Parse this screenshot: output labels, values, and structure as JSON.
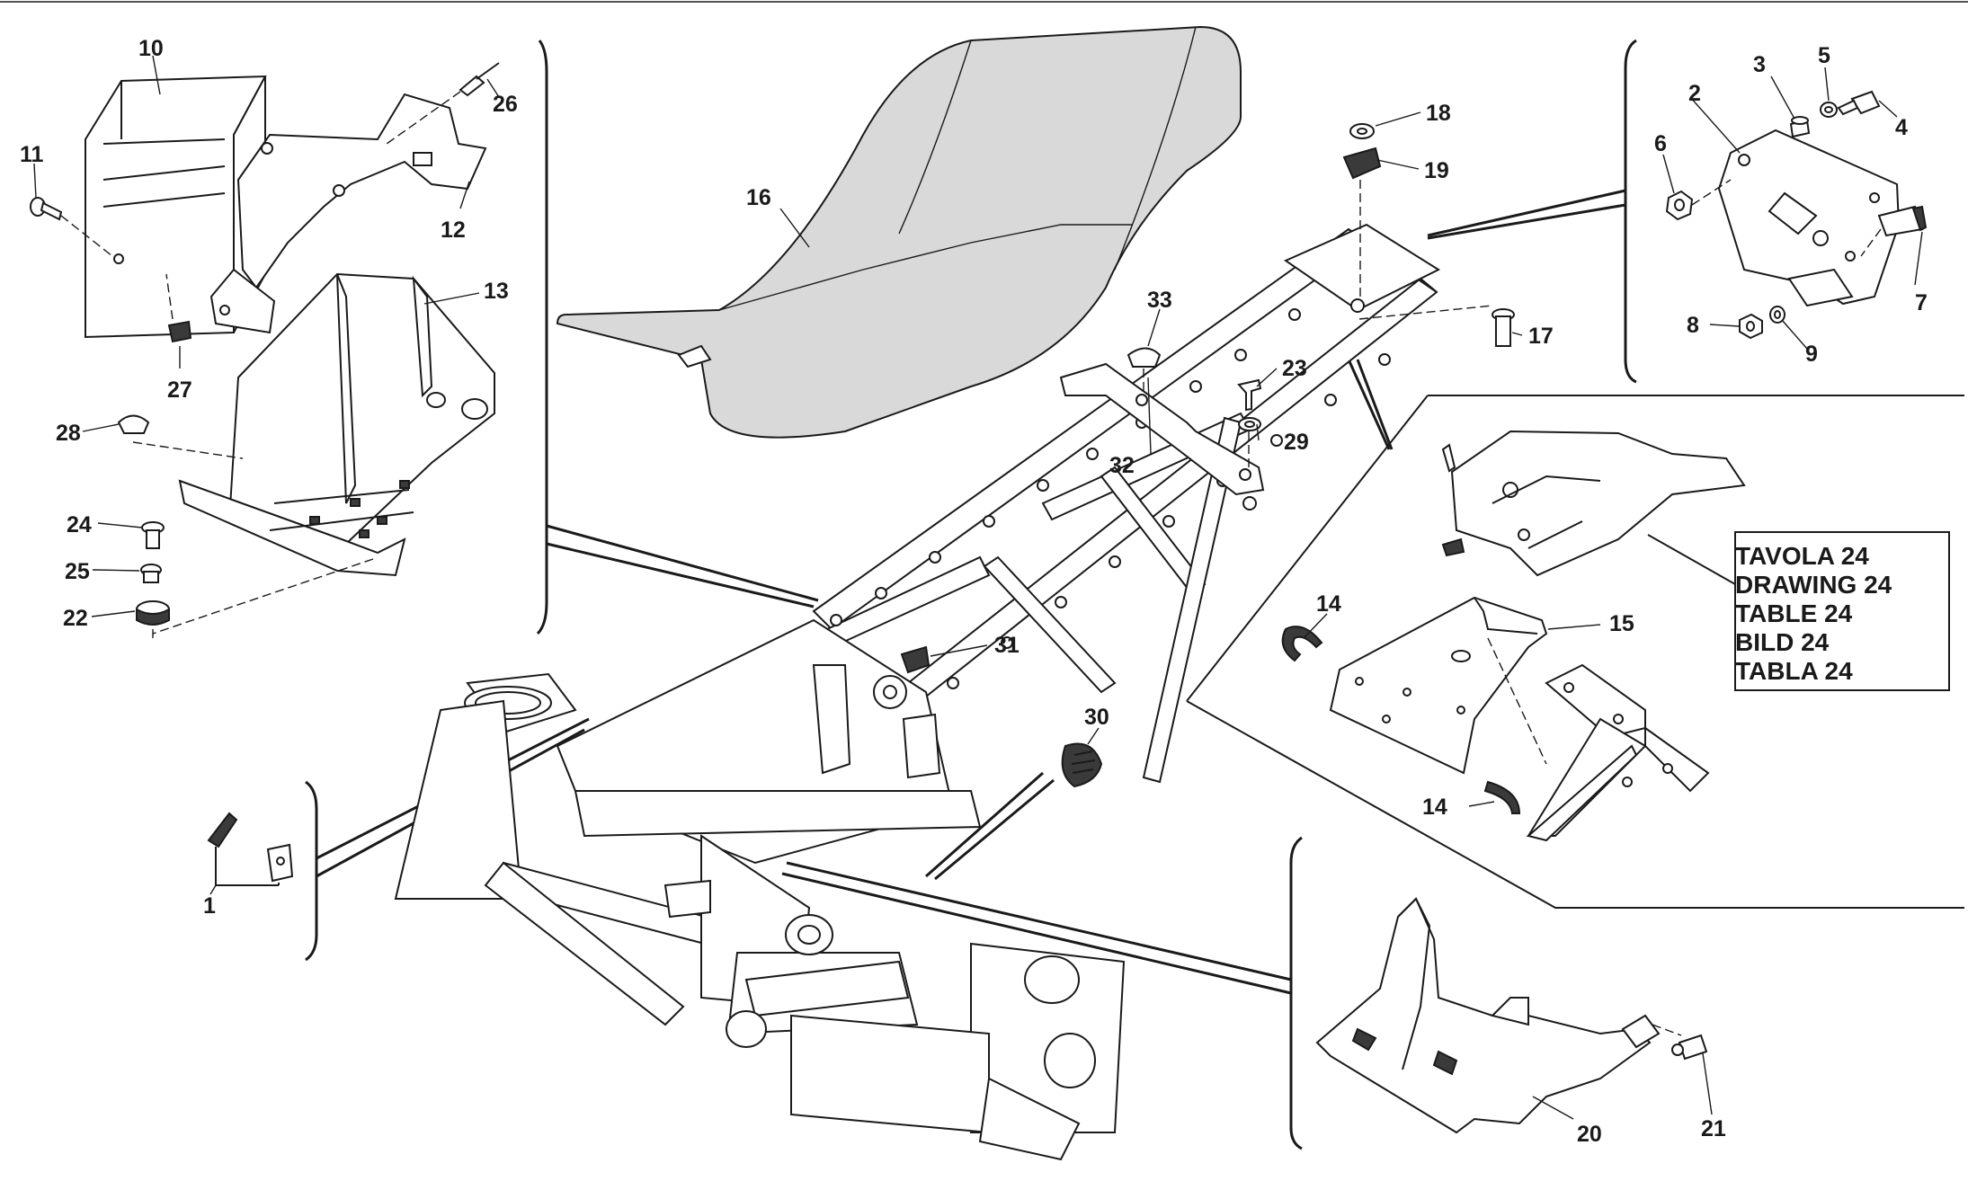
{
  "reference_box": {
    "lines": [
      "TAVOLA 24",
      "DRAWING 24",
      "TABLE 24",
      "BILD 24",
      "TABLA 24"
    ]
  },
  "callouts": {
    "c1": "1",
    "c2": "2",
    "c3": "3",
    "c4": "4",
    "c5": "5",
    "c6": "6",
    "c7": "7",
    "c8": "8",
    "c9": "9",
    "c10": "10",
    "c11": "11",
    "c12": "12",
    "c13": "13",
    "c14a": "14",
    "c14b": "14",
    "c15": "15",
    "c16": "16",
    "c17": "17",
    "c18": "18",
    "c19": "19",
    "c20": "20",
    "c21": "21",
    "c22": "22",
    "c23": "23",
    "c24": "24",
    "c25": "25",
    "c26": "26",
    "c27": "27",
    "c28": "28",
    "c29": "29",
    "c30": "30",
    "c31": "31",
    "c32": "32",
    "c33": "33"
  },
  "colors": {
    "line": "#1a1a1a",
    "seat_fill": "#d9d9d9",
    "background": "#ffffff"
  }
}
